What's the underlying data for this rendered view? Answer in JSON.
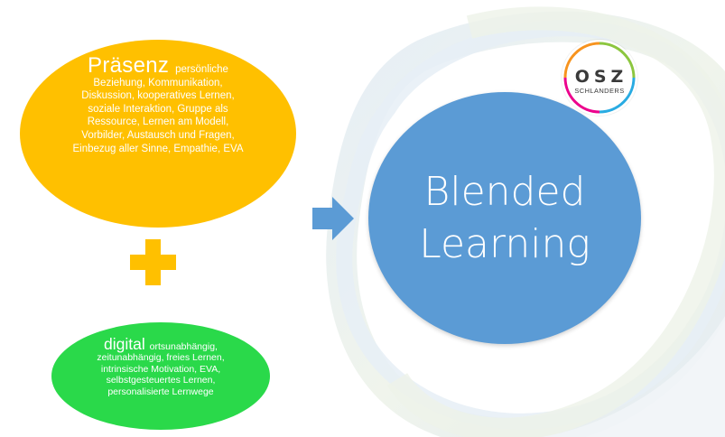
{
  "praesenz": {
    "title": "Präsenz",
    "lines": [
      "persönliche",
      "Beziehung, Kommunikation,",
      "Diskussion, kooperatives Lernen,",
      "soziale Interaktion, Gruppe als",
      "Ressource, Lernen am Modell,",
      "Vorbilder, Austausch und Fragen,",
      "Einbezug aller Sinne, Empathie, EVA"
    ]
  },
  "digital": {
    "title": "digital",
    "lines": [
      "ortsunabhängig,",
      "zeitunabhängig, freies Lernen,",
      "intrinsische Motivation, EVA,",
      "selbstgesteuertes Lernen,",
      "personalisierte Lernwege"
    ]
  },
  "blended": {
    "line1": "Blended",
    "line2": "Learning"
  },
  "logo": {
    "name": "OSZ",
    "subtitle": "SCHLANDERS"
  },
  "colors": {
    "praesenz": "#ffc000",
    "digital": "#2ad94a",
    "blended": "#5b9bd5",
    "arrow": "#5b9bd5",
    "plus": "#ffc000"
  }
}
